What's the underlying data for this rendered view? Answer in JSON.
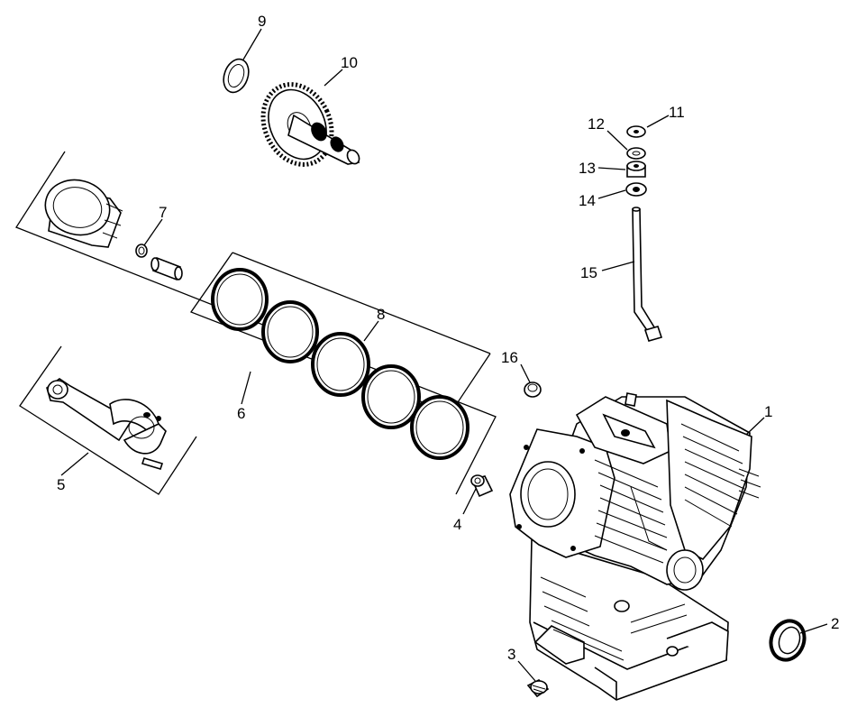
{
  "callouts": [
    {
      "id": "1",
      "label": "1",
      "part": "crankcase"
    },
    {
      "id": "2",
      "label": "2",
      "part": "oil seal"
    },
    {
      "id": "3",
      "label": "3",
      "part": "drain plug"
    },
    {
      "id": "4",
      "label": "4",
      "part": "dowel"
    },
    {
      "id": "5",
      "label": "5",
      "part": "connecting rod kit"
    },
    {
      "id": "6",
      "label": "6",
      "part": "piston kit"
    },
    {
      "id": "7",
      "label": "7",
      "part": "piston pin retainer"
    },
    {
      "id": "8",
      "label": "8",
      "part": "piston ring set"
    },
    {
      "id": "9",
      "label": "9",
      "part": "shim"
    },
    {
      "id": "10",
      "label": "10",
      "part": "camshaft"
    },
    {
      "id": "11",
      "label": "11",
      "part": "nut"
    },
    {
      "id": "12",
      "label": "12",
      "part": "washer"
    },
    {
      "id": "13",
      "label": "13",
      "part": "spacer"
    },
    {
      "id": "14",
      "label": "14",
      "part": "grommet"
    },
    {
      "id": "15",
      "label": "15",
      "part": "breather tube"
    },
    {
      "id": "16",
      "label": "16",
      "part": "plug"
    }
  ]
}
